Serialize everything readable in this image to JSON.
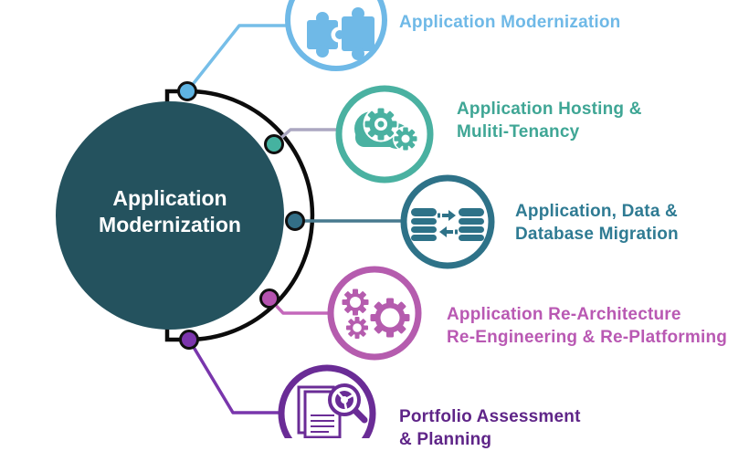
{
  "diagram_title": "Application Modernization",
  "center": {
    "line1": "Application",
    "line2": "Modernization",
    "fill_color": "#24525E",
    "text_color": "#FFFFFF",
    "arc_color": "#0C0C0C"
  },
  "items": [
    {
      "id": 1,
      "icon": "puzzle-icon",
      "line1": "Application Modernization",
      "line2": "",
      "label_color": "#6FB9E7",
      "circle_color": "#6FB9E7",
      "node_color": "#5FB4E3",
      "connector_color": "#76BEE8"
    },
    {
      "id": 2,
      "icon": "cloud-gears-icon",
      "line1": "Application Hosting &",
      "line2": "Muliti-Tenancy",
      "label_color": "#3FA695",
      "circle_color": "#4AB1A1",
      "node_color": "#45B2A0",
      "connector_color": "#ABA7C1"
    },
    {
      "id": 3,
      "icon": "database-migration-icon",
      "line1": "Application, Data &",
      "line2": "Database Migration",
      "label_color": "#2F7B93",
      "circle_color": "#2E7288",
      "node_color": "#336F87",
      "connector_color": "#47798E"
    },
    {
      "id": 4,
      "icon": "gears-icon",
      "line1": "Application Re-Architecture",
      "line2": "Re-Engineering & Re-Platforming",
      "label_color": "#B959B3",
      "circle_color": "#B55CAE",
      "node_color": "#B553B0",
      "connector_color": "#C468BB"
    },
    {
      "id": 5,
      "icon": "portfolio-magnifier-icon",
      "line1": "Portfolio Assessment",
      "line2": "& Planning",
      "label_color": "#5F2588",
      "circle_color": "#6A2C96",
      "node_color": "#7C35AD",
      "connector_color": "#7936AC"
    }
  ]
}
